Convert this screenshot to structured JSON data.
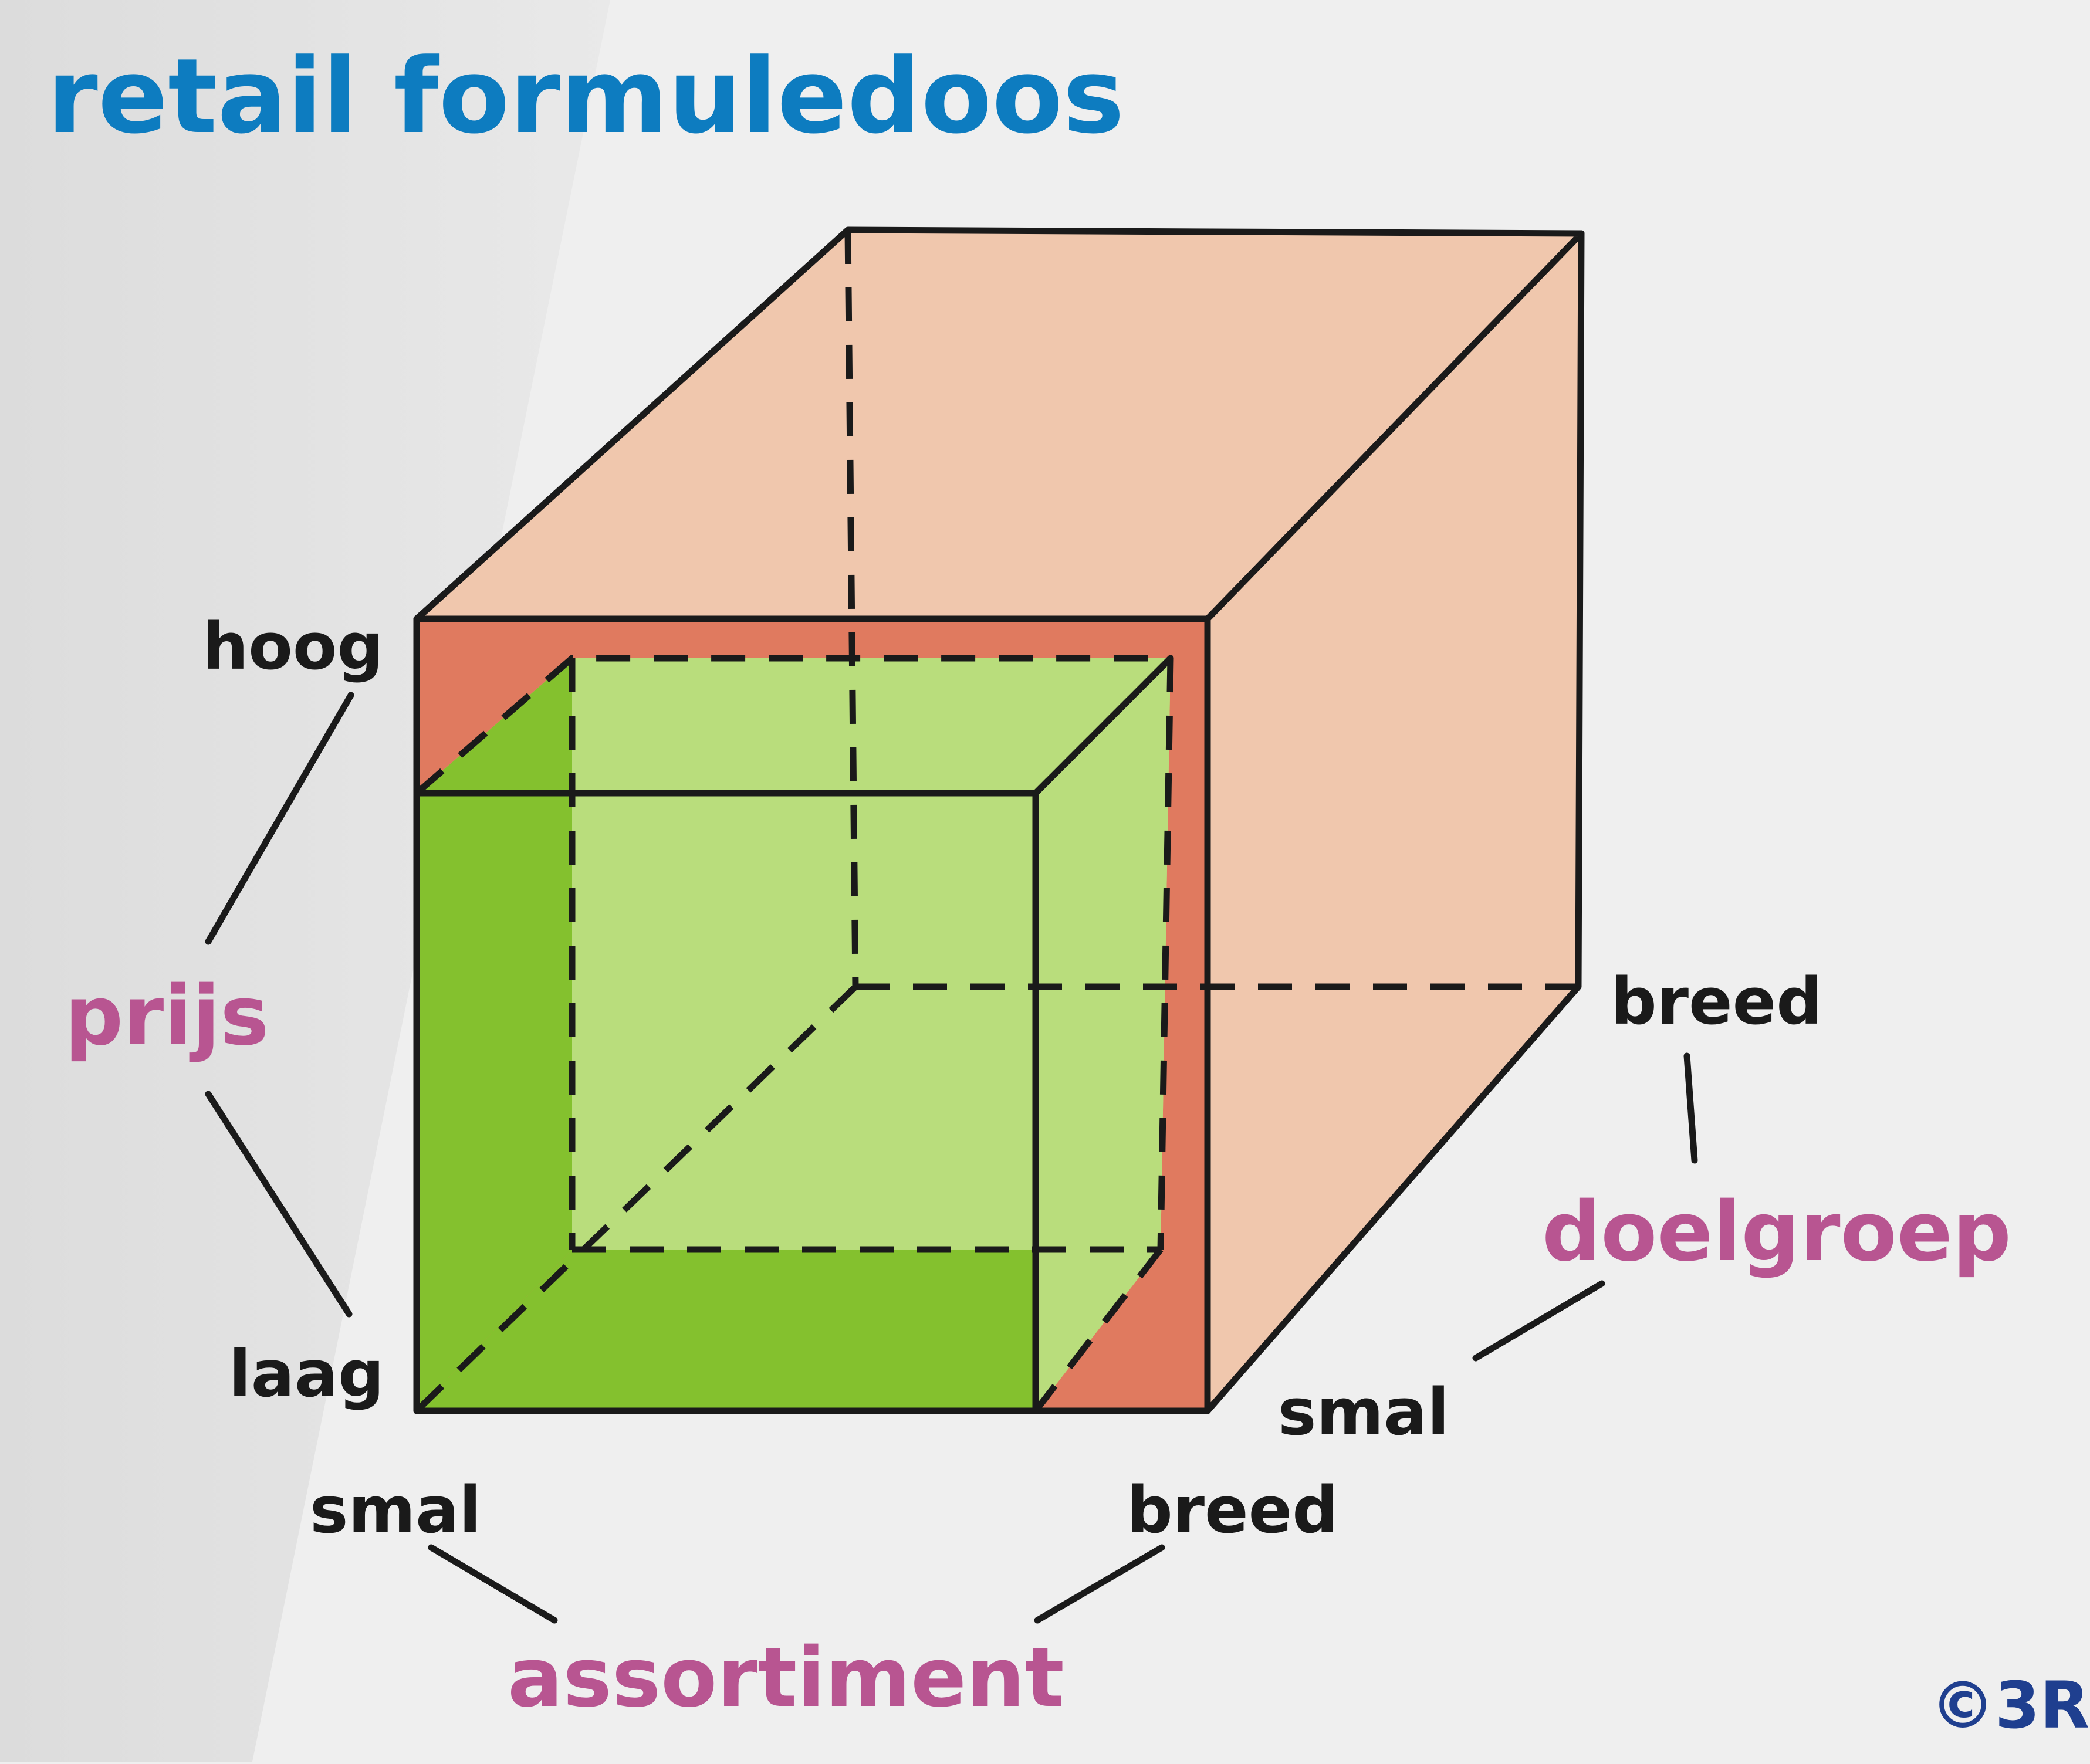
{
  "title": "retail formuledoos",
  "copyright": "©3R",
  "axes": {
    "prijs": {
      "label": "prijs",
      "high": "hoog",
      "low": "laag"
    },
    "assortiment": {
      "label": "assortiment",
      "low": "smal",
      "high": "breed"
    },
    "doelgroep": {
      "label": "doelgroep",
      "low": "smal",
      "high": "breed"
    }
  },
  "colors": {
    "title": "#0d7cc0",
    "axis_label": "#b85591",
    "outer_box_light": "#f0c7ad",
    "outer_box_dark": "#e07a5f",
    "inner_box_light": "#b9dd7c",
    "inner_box_dark": "#84c12e",
    "line": "#1a1a1a",
    "logo": "#1f3f8f"
  }
}
